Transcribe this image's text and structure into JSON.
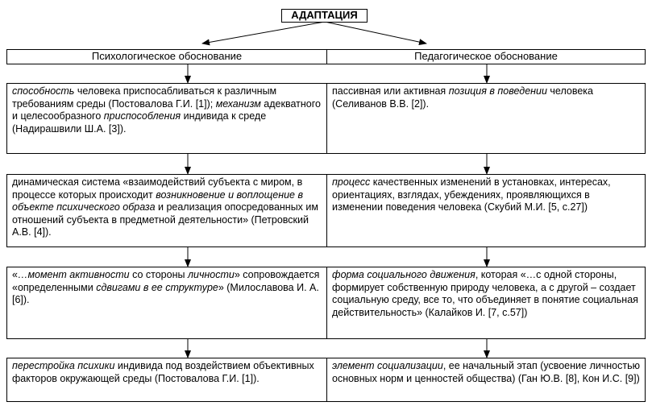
{
  "title": "АДАПТАЦИЯ",
  "headers": {
    "left": "Психологическое обоснование",
    "right": "Педагогическое обоснование"
  },
  "rows": [
    {
      "left": [
        {
          "t": "способность",
          "i": true
        },
        {
          "t": " человека приспосабливаться к различным требованиям среды (Постовалова Г.И. [1]); "
        },
        {
          "t": "механизм",
          "i": true
        },
        {
          "t": " адекватного и целесообразного "
        },
        {
          "t": "приспособления",
          "i": true
        },
        {
          "t": " индивида к среде (Надирашвили Ш.А. [3])."
        }
      ],
      "right": [
        {
          "t": "пассивная или активная "
        },
        {
          "t": "позиция в поведении",
          "i": true
        },
        {
          "t": " человека (Селиванов В.В. [2])."
        }
      ]
    },
    {
      "left": [
        {
          "t": "динамическая система «взаимодействий субъекта с миром, в процессе которых происходит "
        },
        {
          "t": "возникновение и воплощение в объекте психического образа",
          "i": true
        },
        {
          "t": " и реализация опосредованных им отношений субъекта в предметной деятельности» (Петровский А.В. [4])."
        }
      ],
      "right": [
        {
          "t": "процесс",
          "i": true
        },
        {
          "t": " качественных изменений в установках, интересах, ориентациях, взглядах, убеждениях, проявляющихся в изменении поведения человека (Скубий М.И. [5, с.27])"
        }
      ]
    },
    {
      "left": [
        {
          "t": "«"
        },
        {
          "t": "…момент активности",
          "i": true
        },
        {
          "t": " со стороны "
        },
        {
          "t": "личности",
          "i": true
        },
        {
          "t": "» сопровождается «определенными "
        },
        {
          "t": "сдвигами в ее структуре",
          "i": true
        },
        {
          "t": "» (Милославова И. А. [6])."
        }
      ],
      "right": [
        {
          "t": "форма социального движения",
          "i": true
        },
        {
          "t": ", которая «…с одной стороны, формирует собственную природу человека, а с другой – создает социальную среду, все то, что объединяет в понятие социальная действительность» (Калайков И. [7, с.57])"
        }
      ]
    },
    {
      "left": [
        {
          "t": "перестройка психики",
          "i": true
        },
        {
          "t": " индивида под воздействием объективных факторов окружающей среды (Постовалова Г.И. [1])."
        }
      ],
      "right": [
        {
          "t": "элемент социализации",
          "i": true
        },
        {
          "t": ", ее начальный этап (усвоение личностью основных норм и ценностей общества) (Ган Ю.В. [8], Кон И.С. [9])"
        }
      ]
    }
  ]
}
